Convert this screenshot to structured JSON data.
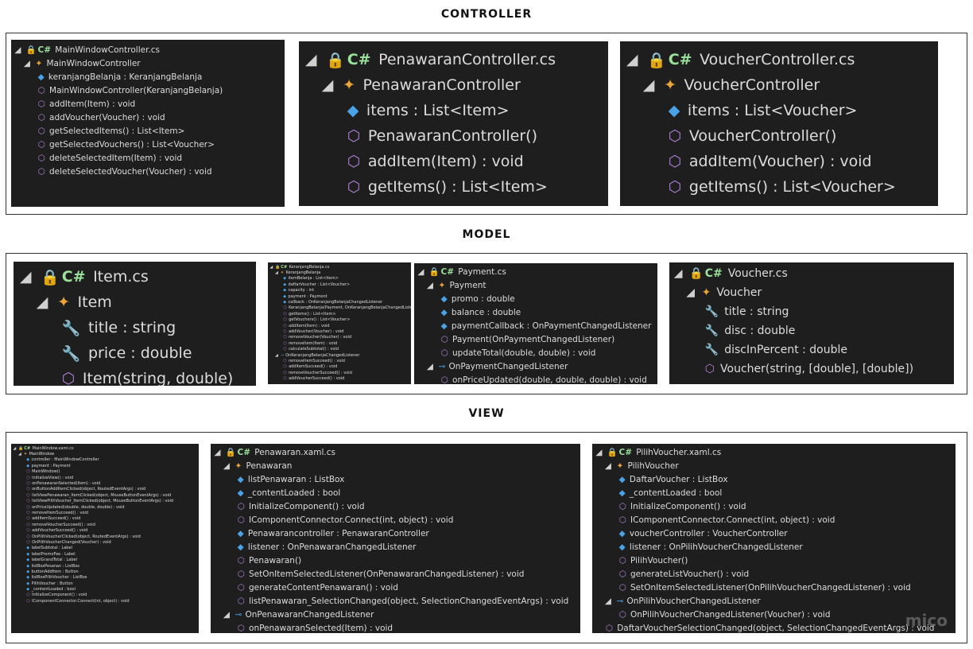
{
  "sections": {
    "controller": "CONTROLLER",
    "model": "MODEL",
    "view": "VIEW"
  },
  "icons": {
    "tri": "▲",
    "cs": "C#",
    "lock": "🔒",
    "cls": "class-icon",
    "fld": "field-icon",
    "mth": "method-icon",
    "prop": "property-icon",
    "itf": "interface-icon"
  },
  "controller": {
    "main": {
      "file": "MainWindowController.cs",
      "class": "MainWindowController",
      "members": [
        "keranjangBelanja : KeranjangBelanja",
        "MainWindowController(KeranjangBelanja)",
        "addItem(Item) : void",
        "addVoucher(Voucher) : void",
        "getSelectedItems() : List<Item>",
        "getSelectedVouchers() : List<Voucher>",
        "deleteSelectedItem(Item) : void",
        "deleteSelectedVoucher(Voucher) : void"
      ]
    },
    "penawaran": {
      "file": "PenawaranController.cs",
      "class": "PenawaranController",
      "members": [
        "items : List<Item>",
        "PenawaranController()",
        "addItem(Item) : void",
        "getItems() : List<Item>"
      ]
    },
    "voucher": {
      "file": "VoucherController.cs",
      "class": "VoucherController",
      "members": [
        "items : List<Voucher>",
        "VoucherController()",
        "addItem(Voucher) : void",
        "getItems() : List<Voucher>"
      ]
    }
  },
  "model": {
    "item": {
      "file": "Item.cs",
      "class": "Item",
      "members": [
        "title : string",
        "price : double",
        "Item(string, double)"
      ]
    },
    "keranjang": {
      "file": "KeranjangBelanja.cs",
      "class": "KeranjangBelanja",
      "members": [
        "itemBelanja : List<Item>",
        "daftarVoucher : List<Voucher>",
        "capacity : int",
        "payment : Payment",
        "callback : OnKeranjangBelanjaChangedListener",
        "KeranjangBelanja(Payment, OnKeranjangBelanjaChangedListener)",
        "getItems() : List<Item>",
        "getVouchers() : List<Voucher>",
        "addItem(Item) : void",
        "addVoucher(Voucher) : void",
        "removeVoucher(Voucher) : void",
        "removeItem(Item) : void",
        "calculateSubtotal() : void"
      ],
      "listener": "OnKeranjangBelanjaChangedListener",
      "listener_members": [
        "removeItemSucceed() : void",
        "addItemSucceed() : void",
        "removeVoucherSucceed() : void",
        "addVoucherSucceed() : void"
      ]
    },
    "payment": {
      "file": "Payment.cs",
      "class": "Payment",
      "members": [
        "promo : double",
        "balance : double",
        "paymentCallback : OnPaymentChangedListener",
        "Payment(OnPaymentChangedListener)",
        "updateTotal(double, double) : void"
      ],
      "listener": "OnPaymentChangedListener",
      "listener_members": [
        "onPriceUpdated(double, double, double) : void"
      ]
    },
    "voucher": {
      "file": "Voucher.cs",
      "class": "Voucher",
      "members": [
        "title : string",
        "disc : double",
        "discInPercent : double",
        "Voucher(string, [double], [double])"
      ]
    }
  },
  "view": {
    "main": {
      "file": "MainWindow.xaml.cs",
      "class": "MainWindow",
      "members": [
        "controller : MainWindowController",
        "payment : Payment",
        "MainWindow()",
        "initializeView() : void",
        "onPenawaranSelected(Item) : void",
        "onButtonAddItemClicked(object, RoutedEventArgs) : void",
        "listViewPenawaran_ItemClicked(object, MouseButtonEventArgs) : void",
        "listViewPilihVoucher_ItemClicked(object, MouseButtonEventArgs) : void",
        "onPriceUpdated(double, double, double) : void",
        "removeItemSucceed() : void",
        "addItemSucceed() : void",
        "removeVoucherSucceed() : void",
        "addVoucherSucceed() : void",
        "OnPilihVoucherClicked(object, RoutedEventArgs) : void",
        "OnPilihVoucherChanged(Voucher) : void",
        "labelSubtotal : Label",
        "labelPromoFee : Label",
        "labelGrandTotal : Label",
        "listBoxPesanan : ListBox",
        "buttonAddItem : Button",
        "listBoxPilihVoucher : ListBox",
        "PilihVoucher : Button",
        "_contentLoaded : bool",
        "InitializeComponent() : void",
        "IComponentConnector.Connect(int, object) : void"
      ]
    },
    "penawaran": {
      "file": "Penawaran.xaml.cs",
      "class": "Penawaran",
      "members": [
        "listPenawaran : ListBox",
        "_contentLoaded : bool",
        "InitializeComponent() : void",
        "IComponentConnector.Connect(int, object) : void",
        "Penawarancontroller : PenawaranController",
        "listener : OnPenawaranChangedListener",
        "Penawaran()",
        "SetOnItemSelectedListener(OnPenawaranChangedListener) : void",
        "generateContentPenawaran() : void",
        "listPenawaran_SelectionChanged(object, SelectionChangedEventArgs) : void"
      ],
      "listener": "OnPenawaranChangedListener",
      "listener_members": [
        "onPenawaranSelected(Item) : void"
      ]
    },
    "pilih": {
      "file": "PilihVoucher.xaml.cs",
      "class": "PilihVoucher",
      "members": [
        "DaftarVoucher : ListBox",
        "_contentLoaded : bool",
        "InitializeComponent() : void",
        "IComponentConnector.Connect(int, object) : void",
        "voucherController : VoucherController",
        "listener : OnPilihVoucherChangedListener",
        "PilihVoucher()",
        "generateListVoucher() : void",
        "SetOnItemSelectedListener(OnPilihVoucherChangedListener) : void"
      ],
      "listener": "OnPilihVoucherChangedListener",
      "listener_members": [
        "OnPilihVoucherChangedListener(Voucher) : void"
      ],
      "after": "DaftarVoucherSelectionChanged(object, SelectionChangedEventArgs) : void",
      "watermark": "mico"
    }
  }
}
